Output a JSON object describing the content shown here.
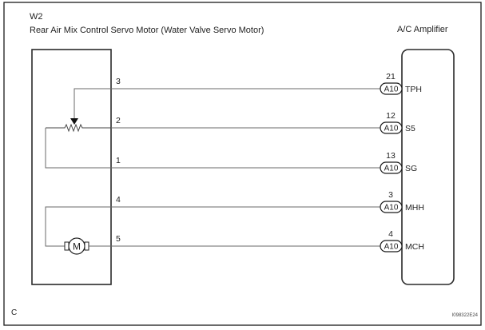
{
  "diagram": {
    "component_id": "W2",
    "component_name": "Rear Air Mix Control Servo Motor (Water Valve Servo Motor)",
    "amplifier_name": "A/C Amplifier",
    "footer_left": "C",
    "figure_code": "I098322E24",
    "motor_symbol": "M",
    "connections": [
      {
        "servo_pin": "3",
        "amp_pin": "21",
        "connector": "A10",
        "signal": "TPH"
      },
      {
        "servo_pin": "2",
        "amp_pin": "12",
        "connector": "A10",
        "signal": "S5"
      },
      {
        "servo_pin": "1",
        "amp_pin": "13",
        "connector": "A10",
        "signal": "SG"
      },
      {
        "servo_pin": "4",
        "amp_pin": "3",
        "connector": "A10",
        "signal": "MHH"
      },
      {
        "servo_pin": "5",
        "amp_pin": "4",
        "connector": "A10",
        "signal": "MCH"
      }
    ]
  }
}
